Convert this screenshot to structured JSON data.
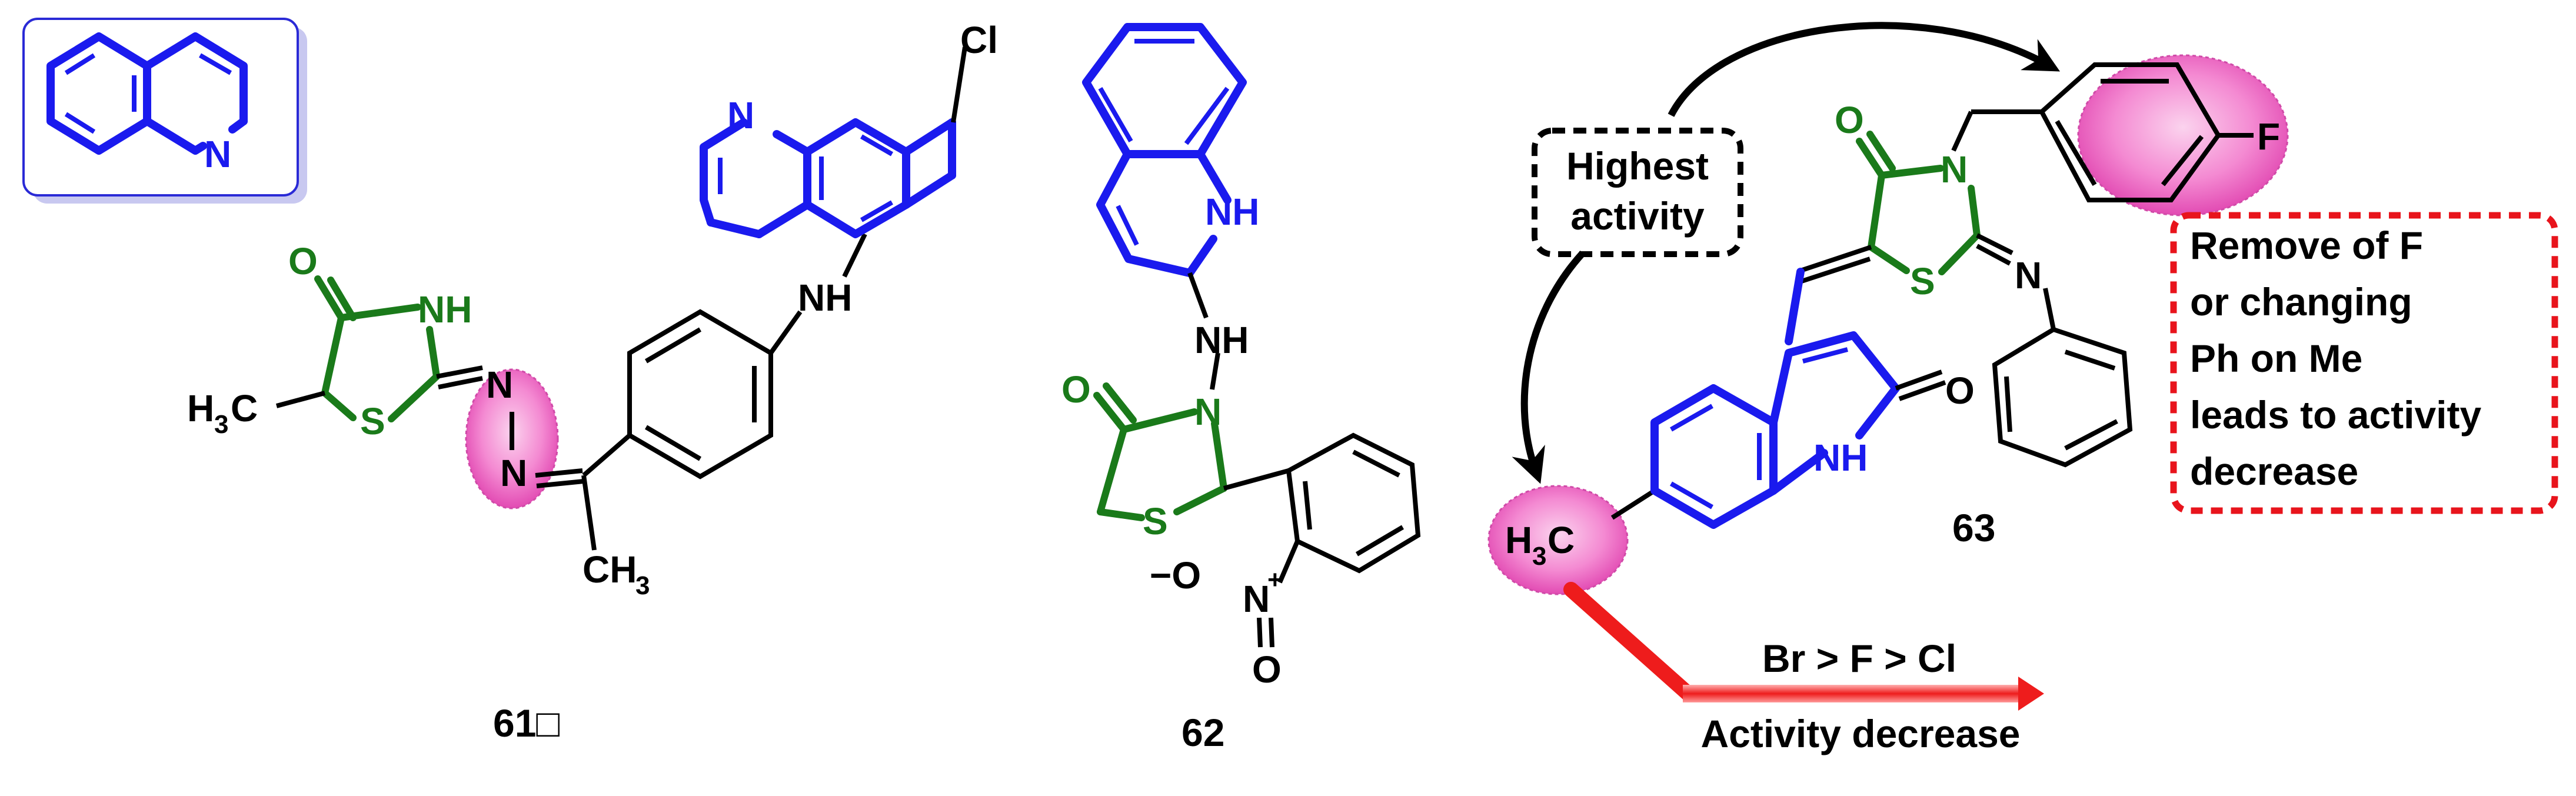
{
  "colors": {
    "ring_blue": "#1a1aee",
    "heterocycle_green": "#1a7a1a",
    "atom_black": "#000000",
    "highlight_pink": "#f06fc6",
    "callout_red": "#e8141c",
    "arrow_red": "#ee1c1c",
    "box_border_blue": "#2a2ad6"
  },
  "inset": {
    "atom_N": "N"
  },
  "c61": {
    "label": "61□",
    "O": "O",
    "NH_ring": "NH",
    "S": "S",
    "N1": "N",
    "N2": "N",
    "H3C_left": "H",
    "H3C_sub": "3",
    "H3C_C": "C",
    "CH3_C": "CH",
    "CH3_sub": "3",
    "NH_link": "NH",
    "N_quin": "N",
    "Cl": "Cl"
  },
  "c62": {
    "label": "62",
    "NH_ring": "NH",
    "NH_link": "NH",
    "O": "O",
    "N": "N",
    "S": "S",
    "O_minus": "−O",
    "N_plus": "N",
    "plus": "+",
    "O_nitro": "O"
  },
  "c63": {
    "label": "63",
    "O_top": "O",
    "N_ring": "N",
    "S": "S",
    "N_imine": "N",
    "F": "F",
    "O_lactam": "O",
    "NH": "NH",
    "H3C_H": "H",
    "H3C_sub": "3",
    "H3C_C": "C"
  },
  "annotations": {
    "highest_line1": "Highest",
    "highest_line2": "activity",
    "remove_lines": [
      "Remove of F",
      "or changing",
      "Ph on Me",
      "leads to activity",
      "decrease"
    ],
    "halogen_order": "Br > F > Cl",
    "activity_decrease": "Activity decrease"
  }
}
